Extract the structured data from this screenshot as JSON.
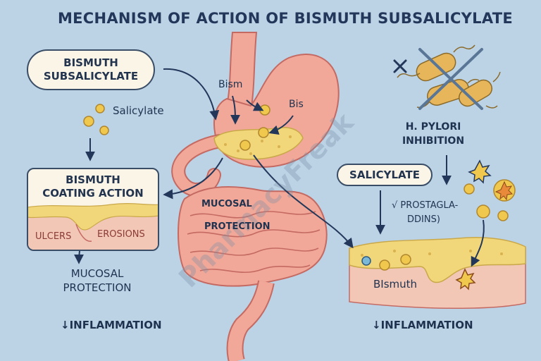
{
  "title": "MECHANISM OF ACTION OF BISMUTH SUBSALICYLATE",
  "drug_box": {
    "line1": "BISMUTH",
    "line2": "SUBSALICYLATE"
  },
  "salicylate_left": "Salicylate",
  "stomach_labels": {
    "bism": "Bism",
    "bis": "Bis"
  },
  "coating_box": {
    "line1": "BISMUTH",
    "line2": "COATING ACTION",
    "ulcers": "ULCERS",
    "erosions": "EROSIONS"
  },
  "mucosal_left": {
    "line1": "MUCOSAL",
    "line2": "PROTECTION"
  },
  "inflammation_left": "↓INFLAMMATION",
  "intestine_label": {
    "line1": "MUCOSAL",
    "line2": "PROTECTION"
  },
  "watermark": "PharmacyFreak",
  "hpylori": {
    "line1": "H. PYLORI",
    "line2": "INHIBITION"
  },
  "salicylate_right": "SALICYLATE",
  "prostaglandins": {
    "line1": "√ PROSTAGLA-",
    "line2": "DDINS)"
  },
  "bismuth_right": "BIsmuth",
  "inflammation_right": "↓INFLAMMATION",
  "colors": {
    "background": "#bcd3e6",
    "organ": "#f1a898",
    "organ_outline": "#c46a63",
    "coating": "#f1d67a",
    "navy": "#22375a",
    "cream": "#fbf5e7"
  }
}
